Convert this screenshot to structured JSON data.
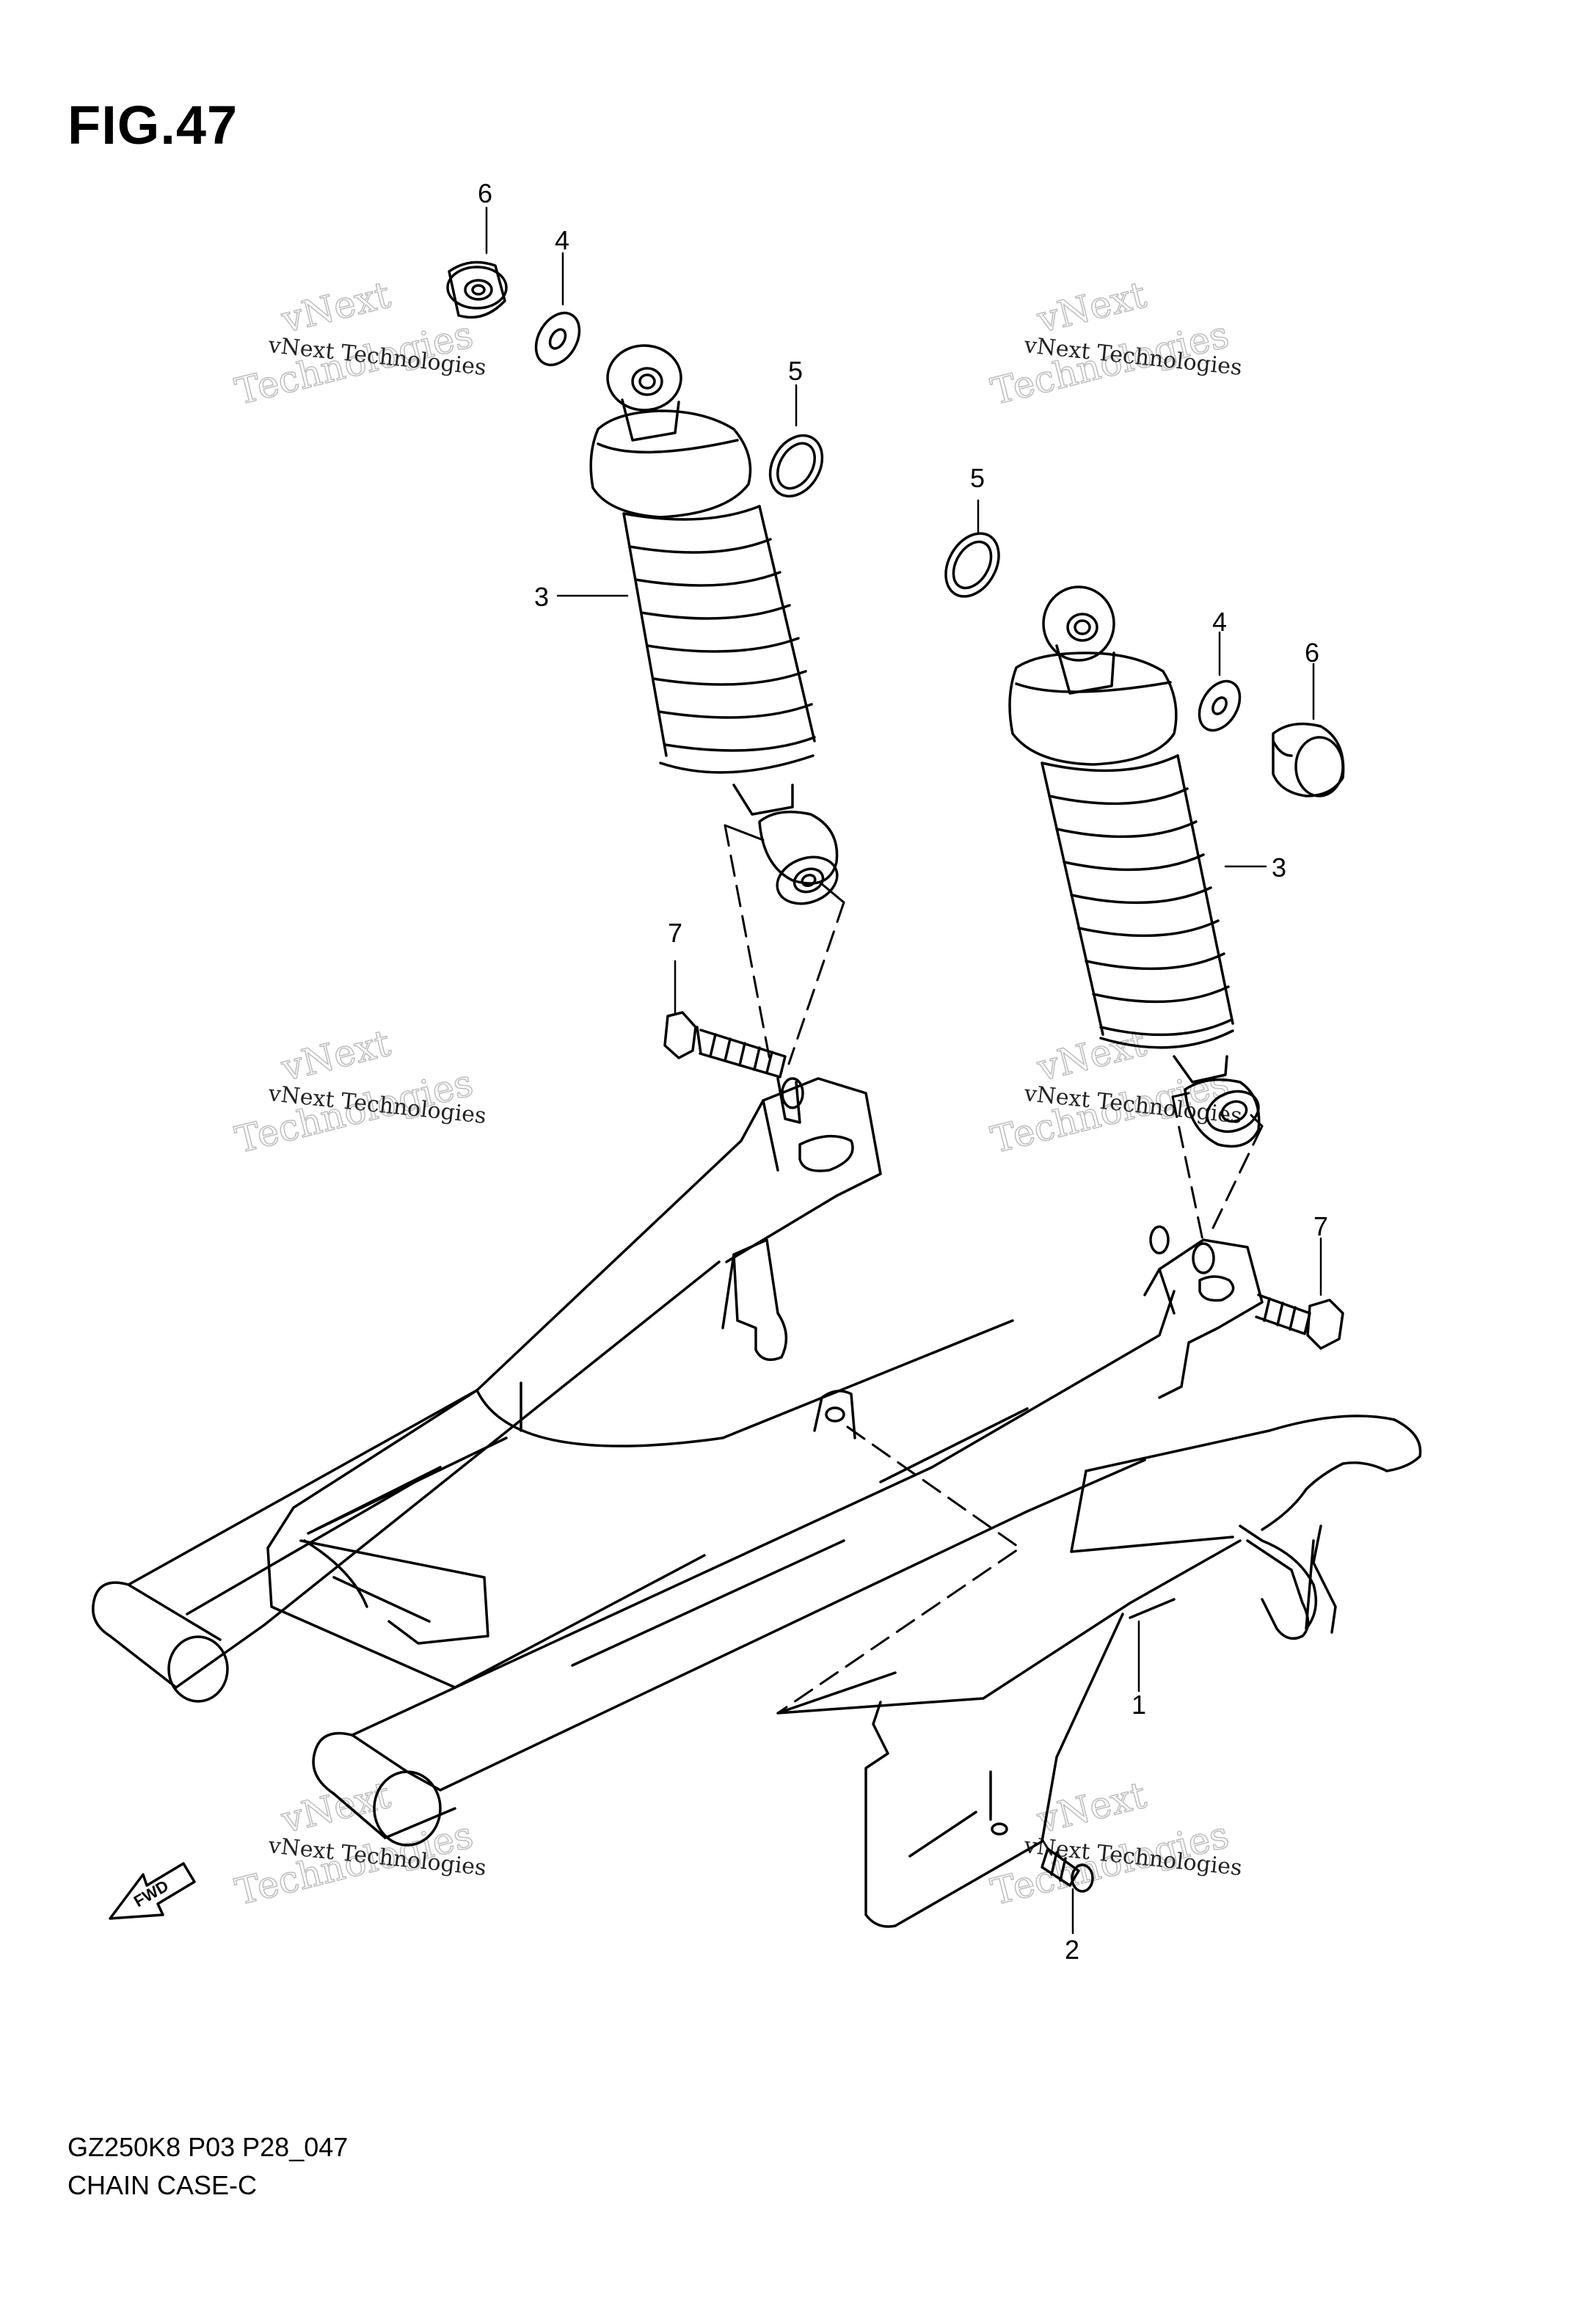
{
  "figure": {
    "title": "FIG.47"
  },
  "footer": {
    "line1": "GZ250K8 P03 P28_047",
    "line2": "CHAIN CASE-C"
  },
  "fwd_label": "FWD",
  "watermark": {
    "line_small": "vNext Technologies",
    "line_large_a": "vNext",
    "line_large_b": "Technologies"
  },
  "callouts": {
    "c1": "1",
    "c2": "2",
    "c3_left": "3",
    "c3_right": "3",
    "c4_left": "4",
    "c4_right": "4",
    "c5_left": "5",
    "c5_right": "5",
    "c6_left": "6",
    "c6_right": "6",
    "c7_left": "7",
    "c7_right": "7"
  }
}
